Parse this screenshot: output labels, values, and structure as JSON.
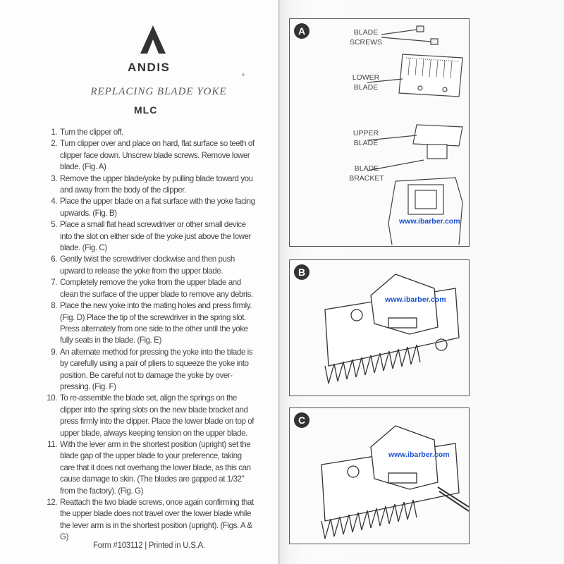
{
  "brand": "ANDIS",
  "title": "REPLACING BLADE YOKE",
  "model": "MLC",
  "registered_mark": "°",
  "steps": [
    {
      "n": "1.",
      "text": "Turn the clipper off."
    },
    {
      "n": "2.",
      "text": "Turn clipper over and place on hard, flat surface so teeth of clipper face down. Unscrew blade screws. Remove lower blade. (Fig. A)"
    },
    {
      "n": "3.",
      "text": "Remove the upper blade/yoke by pulling blade toward you and away from the body of the clipper."
    },
    {
      "n": "4.",
      "text": "Place the upper blade on a flat surface with the yoke facing upwards. (Fig. B)"
    },
    {
      "n": "5.",
      "text": "Place a small flat head screwdriver or other small device into the slot on either side of the yoke just above the lower blade. (Fig. C)"
    },
    {
      "n": "6.",
      "text": "Gently twist the screwdriver clockwise and then push upward to release the yoke from the upper blade."
    },
    {
      "n": "7.",
      "text": "Completely remove the yoke from the upper blade and clean the surface of the upper blade to remove any debris."
    },
    {
      "n": "8.",
      "text": "Place the new yoke into the mating holes and press firmly. (Fig. D) Place the tip of the screwdriver in the spring slot. Press alternately from one side to the other until the yoke fully seats in the blade. (Fig. E)"
    },
    {
      "n": "9.",
      "text": "An alternate method for pressing the yoke into the blade is by carefully using a pair of pliers to squeeze the yoke into position. Be careful not to damage the yoke by over-pressing. (Fig. F)"
    },
    {
      "n": "10.",
      "text": "To re-assemble the blade set, align the springs on the clipper into the spring slots on the new blade bracket and press firmly into the clipper.  Place the lower blade on top of upper blade, always keeping tension on the upper blade."
    },
    {
      "n": "11.",
      "text": "With the lever arm in the shortest position (upright) set the blade gap of the upper blade to your preference, taking care that it does not overhang the lower blade, as this can cause damage to skin. (The blades are gapped at 1/32\" from the factory).  (Fig. G)"
    },
    {
      "n": "12.",
      "text": "Reattach the two blade screws, once again confirming that the upper blade does not travel over the lower blade while the lever arm is in the shortest position (upright). (Figs. A & G)"
    }
  ],
  "footer": "Form #103112 | Printed in U.S.A.",
  "figures": {
    "a": {
      "label": "A",
      "blade_screws": "BLADE SCREWS",
      "lower_blade": "LOWER BLADE",
      "upper_blade": "UPPER BLADE",
      "blade_bracket": "BLADE BRACKET",
      "watermark": "www.ibarber.com"
    },
    "b": {
      "label": "B",
      "watermark": "www.ibarber.com"
    },
    "c": {
      "label": "C",
      "watermark": "www.ibarber.com"
    }
  }
}
